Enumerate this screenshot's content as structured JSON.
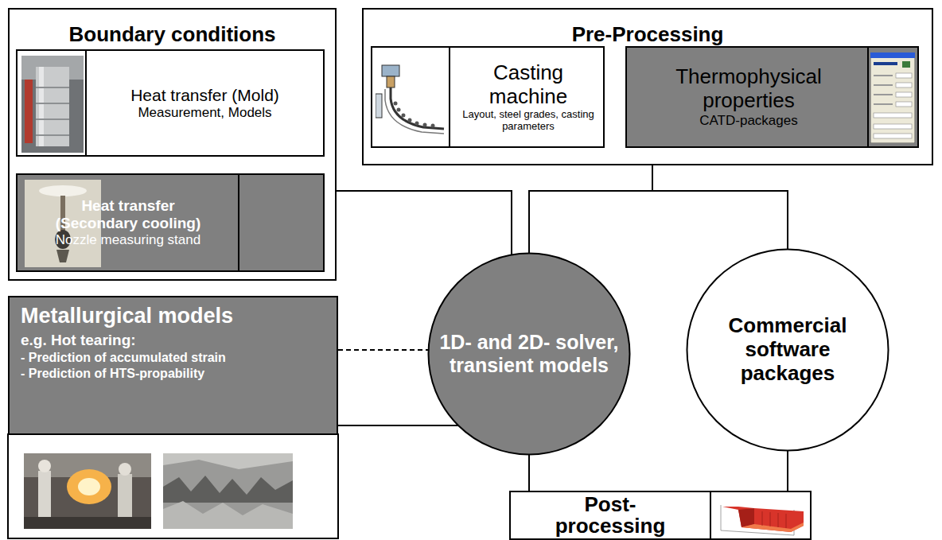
{
  "diagram": {
    "nodes": [
      {
        "text": [
          "Boundary conditions"
        ]
      },
      {
        "text": [
          "Heat transfer (Mold)",
          "Measurement, Models"
        ],
        "in": 0
      },
      {
        "text": [
          "Heat transfer (Secondary cooling)",
          "Nozzle measuring stand"
        ],
        "in": 0
      },
      {
        "text": [
          "Pre-Processing"
        ]
      },
      {
        "text": [
          "Casting machine",
          "Layout, steel grades, casting parameters"
        ],
        "in": 3
      },
      {
        "text": [
          "Thermophysical properties",
          "CATD-packages"
        ],
        "in": 3
      },
      {
        "text": [
          "Metallurgical models",
          "e.g. Hot tearing:",
          "- Prediction of accumulated strain",
          "- Prediction of HTS-propability"
        ]
      },
      {
        "text": [
          "1D- and 2D- solver, transient models"
        ]
      },
      {
        "text": [
          "Commercial software packages"
        ]
      },
      {
        "text": [
          "Post- processing"
        ]
      }
    ],
    "edges": [
      {
        "from": 0,
        "to": 7,
        "arrow": "none"
      },
      {
        "from": 3,
        "to": 7,
        "arrow": "none"
      },
      {
        "from": 3,
        "to": 8,
        "arrow": "none"
      },
      {
        "from": 6,
        "to": 7,
        "arrow": "none"
      },
      {
        "from": 7,
        "to": 9,
        "arrow": "none"
      },
      {
        "from": 6,
        "to": 9,
        "arrow": "none"
      },
      {
        "from": 8,
        "to": 9,
        "arrow": "none"
      }
    ]
  }
}
